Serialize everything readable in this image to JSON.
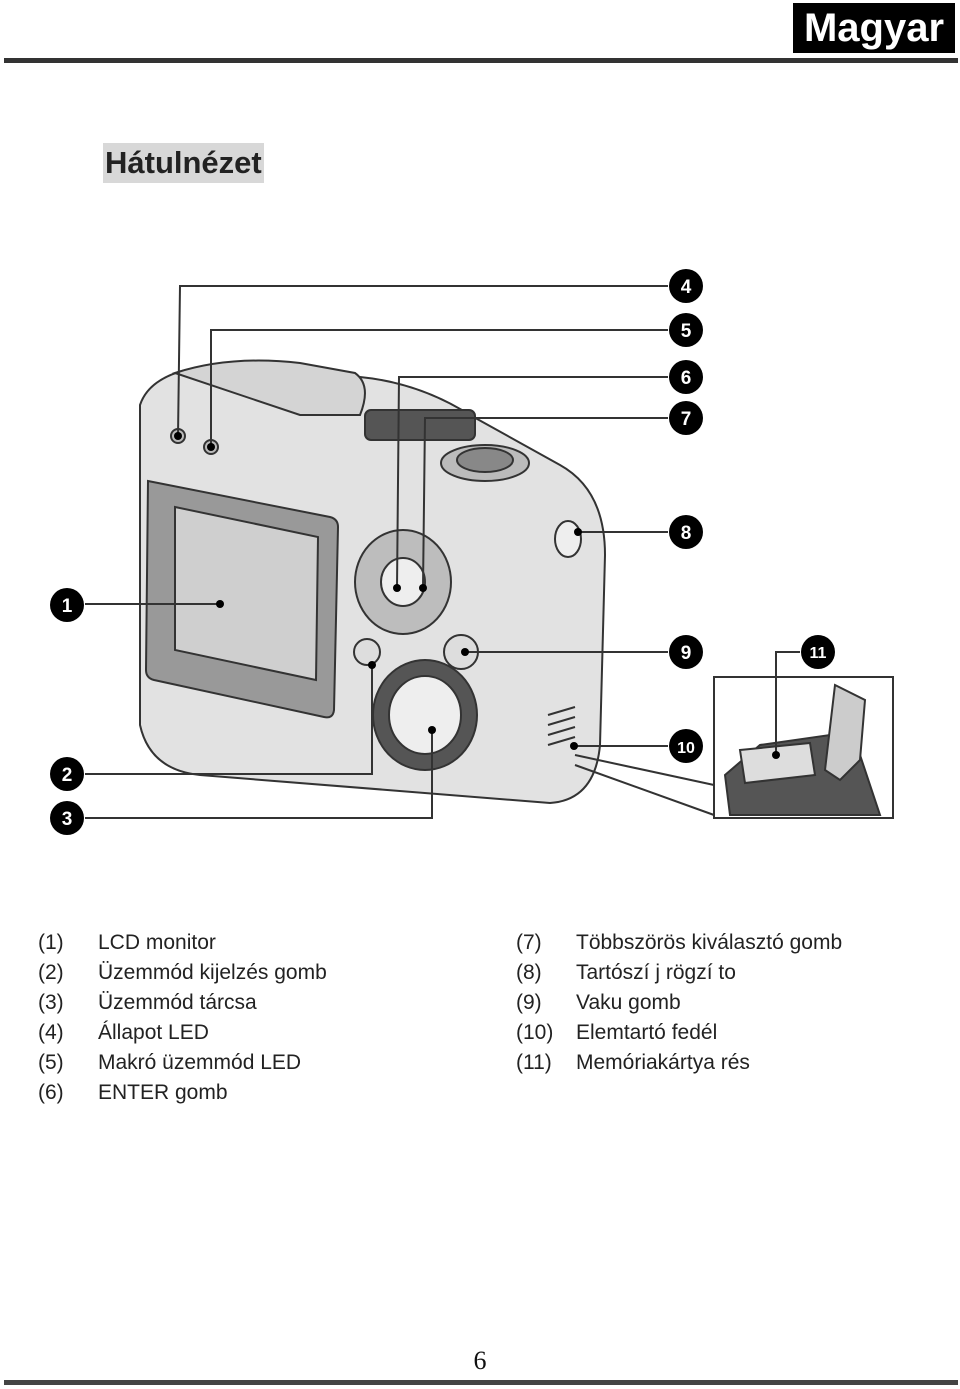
{
  "header": {
    "language": "Magyar"
  },
  "section": {
    "title": "Hátulnézet"
  },
  "figure": {
    "callouts": [
      "1",
      "2",
      "3",
      "4",
      "5",
      "6",
      "7",
      "8",
      "9",
      "10",
      "11"
    ]
  },
  "parts_left": [
    {
      "num": "(1)",
      "label": "LCD monitor"
    },
    {
      "num": "(2)",
      "label": "Üzemmód kijelzés gomb"
    },
    {
      "num": "(3)",
      "label": "Üzemmód tárcsa"
    },
    {
      "num": "(4)",
      "label": "Állapot LED"
    },
    {
      "num": "(5)",
      "label": "Makró üzemmód LED"
    },
    {
      "num": "(6)",
      "label": "ENTER gomb"
    }
  ],
  "parts_right": [
    {
      "num": "(7)",
      "label": "Többszörös kiválasztó gomb"
    },
    {
      "num": "(8)",
      "label": "Tartószí j rögzí to"
    },
    {
      "num": "(9)",
      "label": "Vaku gomb"
    },
    {
      "num": "(10)",
      "label": "Elemtartó fedél"
    },
    {
      "num": "(11)",
      "label": "Memóriakártya rés"
    }
  ],
  "footer": {
    "page_number": "6"
  }
}
